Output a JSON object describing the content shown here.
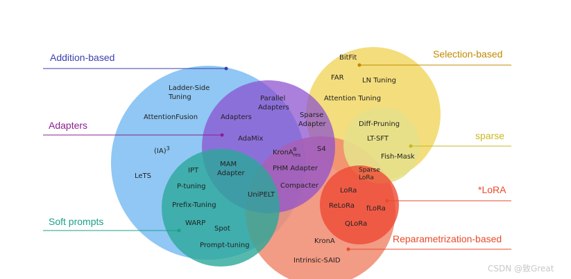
{
  "colors": {
    "addition": "#3a3fb0",
    "adapters": "#8a1f8f",
    "soft_prompts": "#1aa08a",
    "selection": "#c08a00",
    "sparse": "#c8b820",
    "lora": "#e84a2a",
    "reparam": "#e84a2a",
    "blue_region": "#7dbdf2",
    "purple_region": "#8a4fd0",
    "teal_region": "#2aa89a",
    "yellow_region": "#f3d86a",
    "light_yellow_region": "#e5e08a",
    "salmon_region": "#f08a70",
    "red_region": "#ee4a34"
  },
  "categories": {
    "addition": "Addition-based",
    "adapters": "Adapters",
    "soft_prompts": "Soft prompts",
    "selection": "Selection-based",
    "sparse": "sparse",
    "lora": "*LoRA",
    "reparam": "Reparametrization-based"
  },
  "methods": {
    "ladder_side_1": "Ladder-Side",
    "ladder_side_2": "Tuning",
    "attention_fusion": "AttentionFusion",
    "ia3": "(IA)",
    "ia3_sup": "3",
    "lets": "LeTS",
    "adapters": "Adapters",
    "parallel_1": "Parallel",
    "parallel_2": "Adapters",
    "adamix": "AdaMix",
    "sparse_adapter_1": "Sparse",
    "sparse_adapter_2": "Adapter",
    "kronab": "KronA",
    "kronab_sup": "B",
    "kronab_sub": "res",
    "s4": "S4",
    "mam_1": "MAM",
    "mam_2": "Adapter",
    "phm_adapter": "PHM Adapter",
    "compacter": "Compacter",
    "unipelt": "UniPELT",
    "ipt": "IPT",
    "p_tuning": "P-tuning",
    "prefix_tuning": "Prefix-Tuning",
    "warp": "WARP",
    "spot": "Spot",
    "prompt_tuning": "Prompt-tuning",
    "bitfit": "BitFit",
    "far": "FAR",
    "ln_tuning": "LN Tuning",
    "attention_tuning": "Attention Tuning",
    "diff_pruning": "Diff-Pruning",
    "lt_sft": "LT-SFT",
    "fish_mask": "Fish-Mask",
    "sparse_lora_1": "Sparse",
    "sparse_lora_2": "LoRa",
    "lora": "LoRa",
    "relora": "ReLoRa",
    "flora": "fLoRa",
    "qlora": "QLoRa",
    "krona": "KronA",
    "intrinsic_said": "Intrinsic-SAID"
  },
  "watermark": "CSDN @致Great"
}
